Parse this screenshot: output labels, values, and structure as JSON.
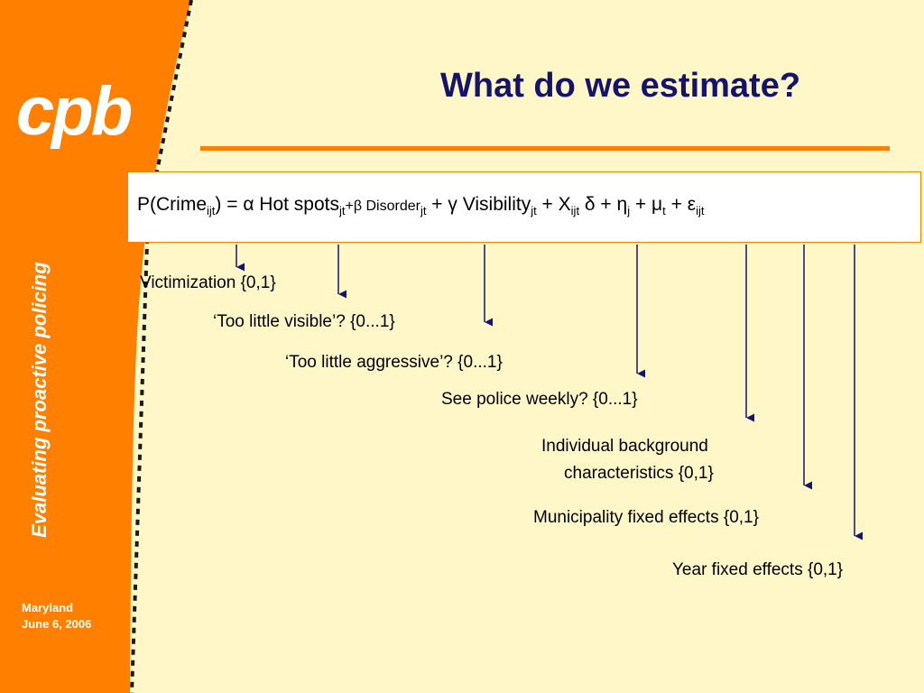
{
  "slide": {
    "title": "What do we estimate?",
    "logo": "cpb",
    "side_title": "Evaluating proactive policing",
    "footer": {
      "location": "Maryland",
      "date": "June 6, 2006"
    }
  },
  "equation": {
    "lhs": "P(Crime",
    "lhs_sub": "ijt",
    "lhs_close": ") = α Hot spots",
    "hot_sub": "jt",
    "plus_beta": "+β ",
    "disorder": "Disorder",
    "disorder_sub": "jt",
    "plus_gamma": " + γ Visibility",
    "vis_sub": "jt",
    "plus_x": " + X",
    "x_sub": "ijt",
    "delta": " δ + η",
    "eta_sub": "j",
    "plus_mu": " + μ",
    "mu_sub": "t",
    "plus_eps": " + ε",
    "eps_sub": "ijt"
  },
  "variables": [
    "Victimization {0,1}",
    "‘Too little visible’? {0...1}",
    "‘Too little aggressive’? {0...1}",
    "See police weekly? {0...1}",
    "Individual background",
    "characteristics {0,1}",
    "Municipality fixed effects {0,1}",
    "Year fixed effects {0,1}"
  ],
  "colors": {
    "background": "#fff7c8",
    "sidebar": "#ff8000",
    "title": "#14146e",
    "arrow": "#14146e"
  }
}
